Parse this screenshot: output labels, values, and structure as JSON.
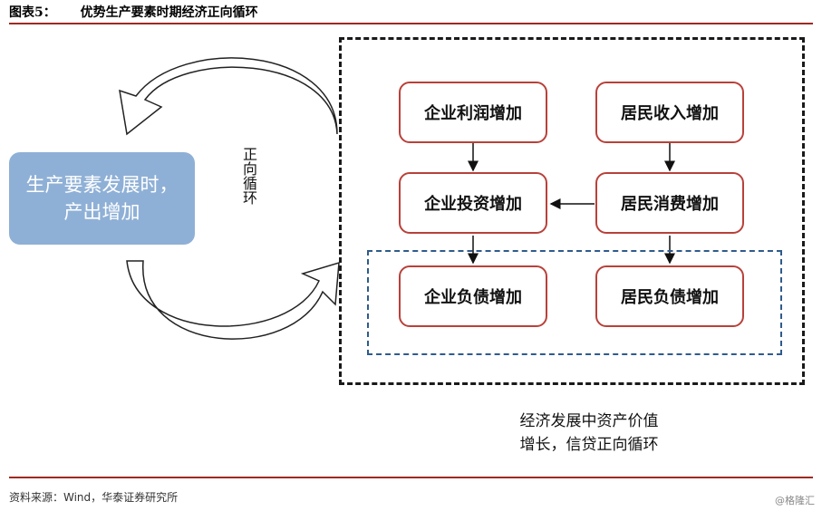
{
  "header": {
    "figure_number": "图表5：",
    "figure_title": "优势生产要素时期经济正向循环"
  },
  "left_block": {
    "line1": "生产要素发展时，",
    "line2": "产出增加"
  },
  "cycle_label": "正向循环",
  "nodes": {
    "corp_profit": "企业利润增加",
    "resident_income": "居民收入增加",
    "corp_investment": "企业投资增加",
    "resident_consumption": "居民消费增加",
    "corp_debt": "企业负债增加",
    "resident_debt": "居民负债增加"
  },
  "caption": {
    "line1": "经济发展中资产价值",
    "line2": "增长，信贷正向循环"
  },
  "footer": {
    "source": "资料来源：Wind，华泰证券研究所",
    "watermark": "@格隆汇"
  },
  "colors": {
    "accent_rule": "#9e2a22",
    "box_border": "#b8413a",
    "left_block_fill": "#8fb0d6",
    "inner_dash": "#2f5b8c"
  }
}
